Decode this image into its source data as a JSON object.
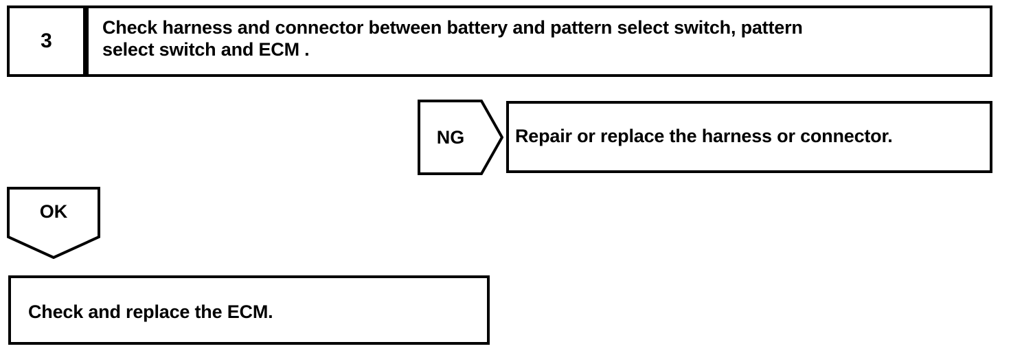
{
  "diagram": {
    "type": "troubleshooting-flowchart",
    "stroke_color": "#000000",
    "background_color": "#ffffff",
    "step": {
      "number": "3",
      "instruction": "Check harness and connector between battery and pattern select switch, pattern\nselect switch and ECM ."
    },
    "branches": {
      "ng": {
        "label": "NG",
        "result": "Repair or replace the harness or connector."
      },
      "ok": {
        "label": "OK",
        "result": "Check and replace the ECM."
      }
    }
  }
}
